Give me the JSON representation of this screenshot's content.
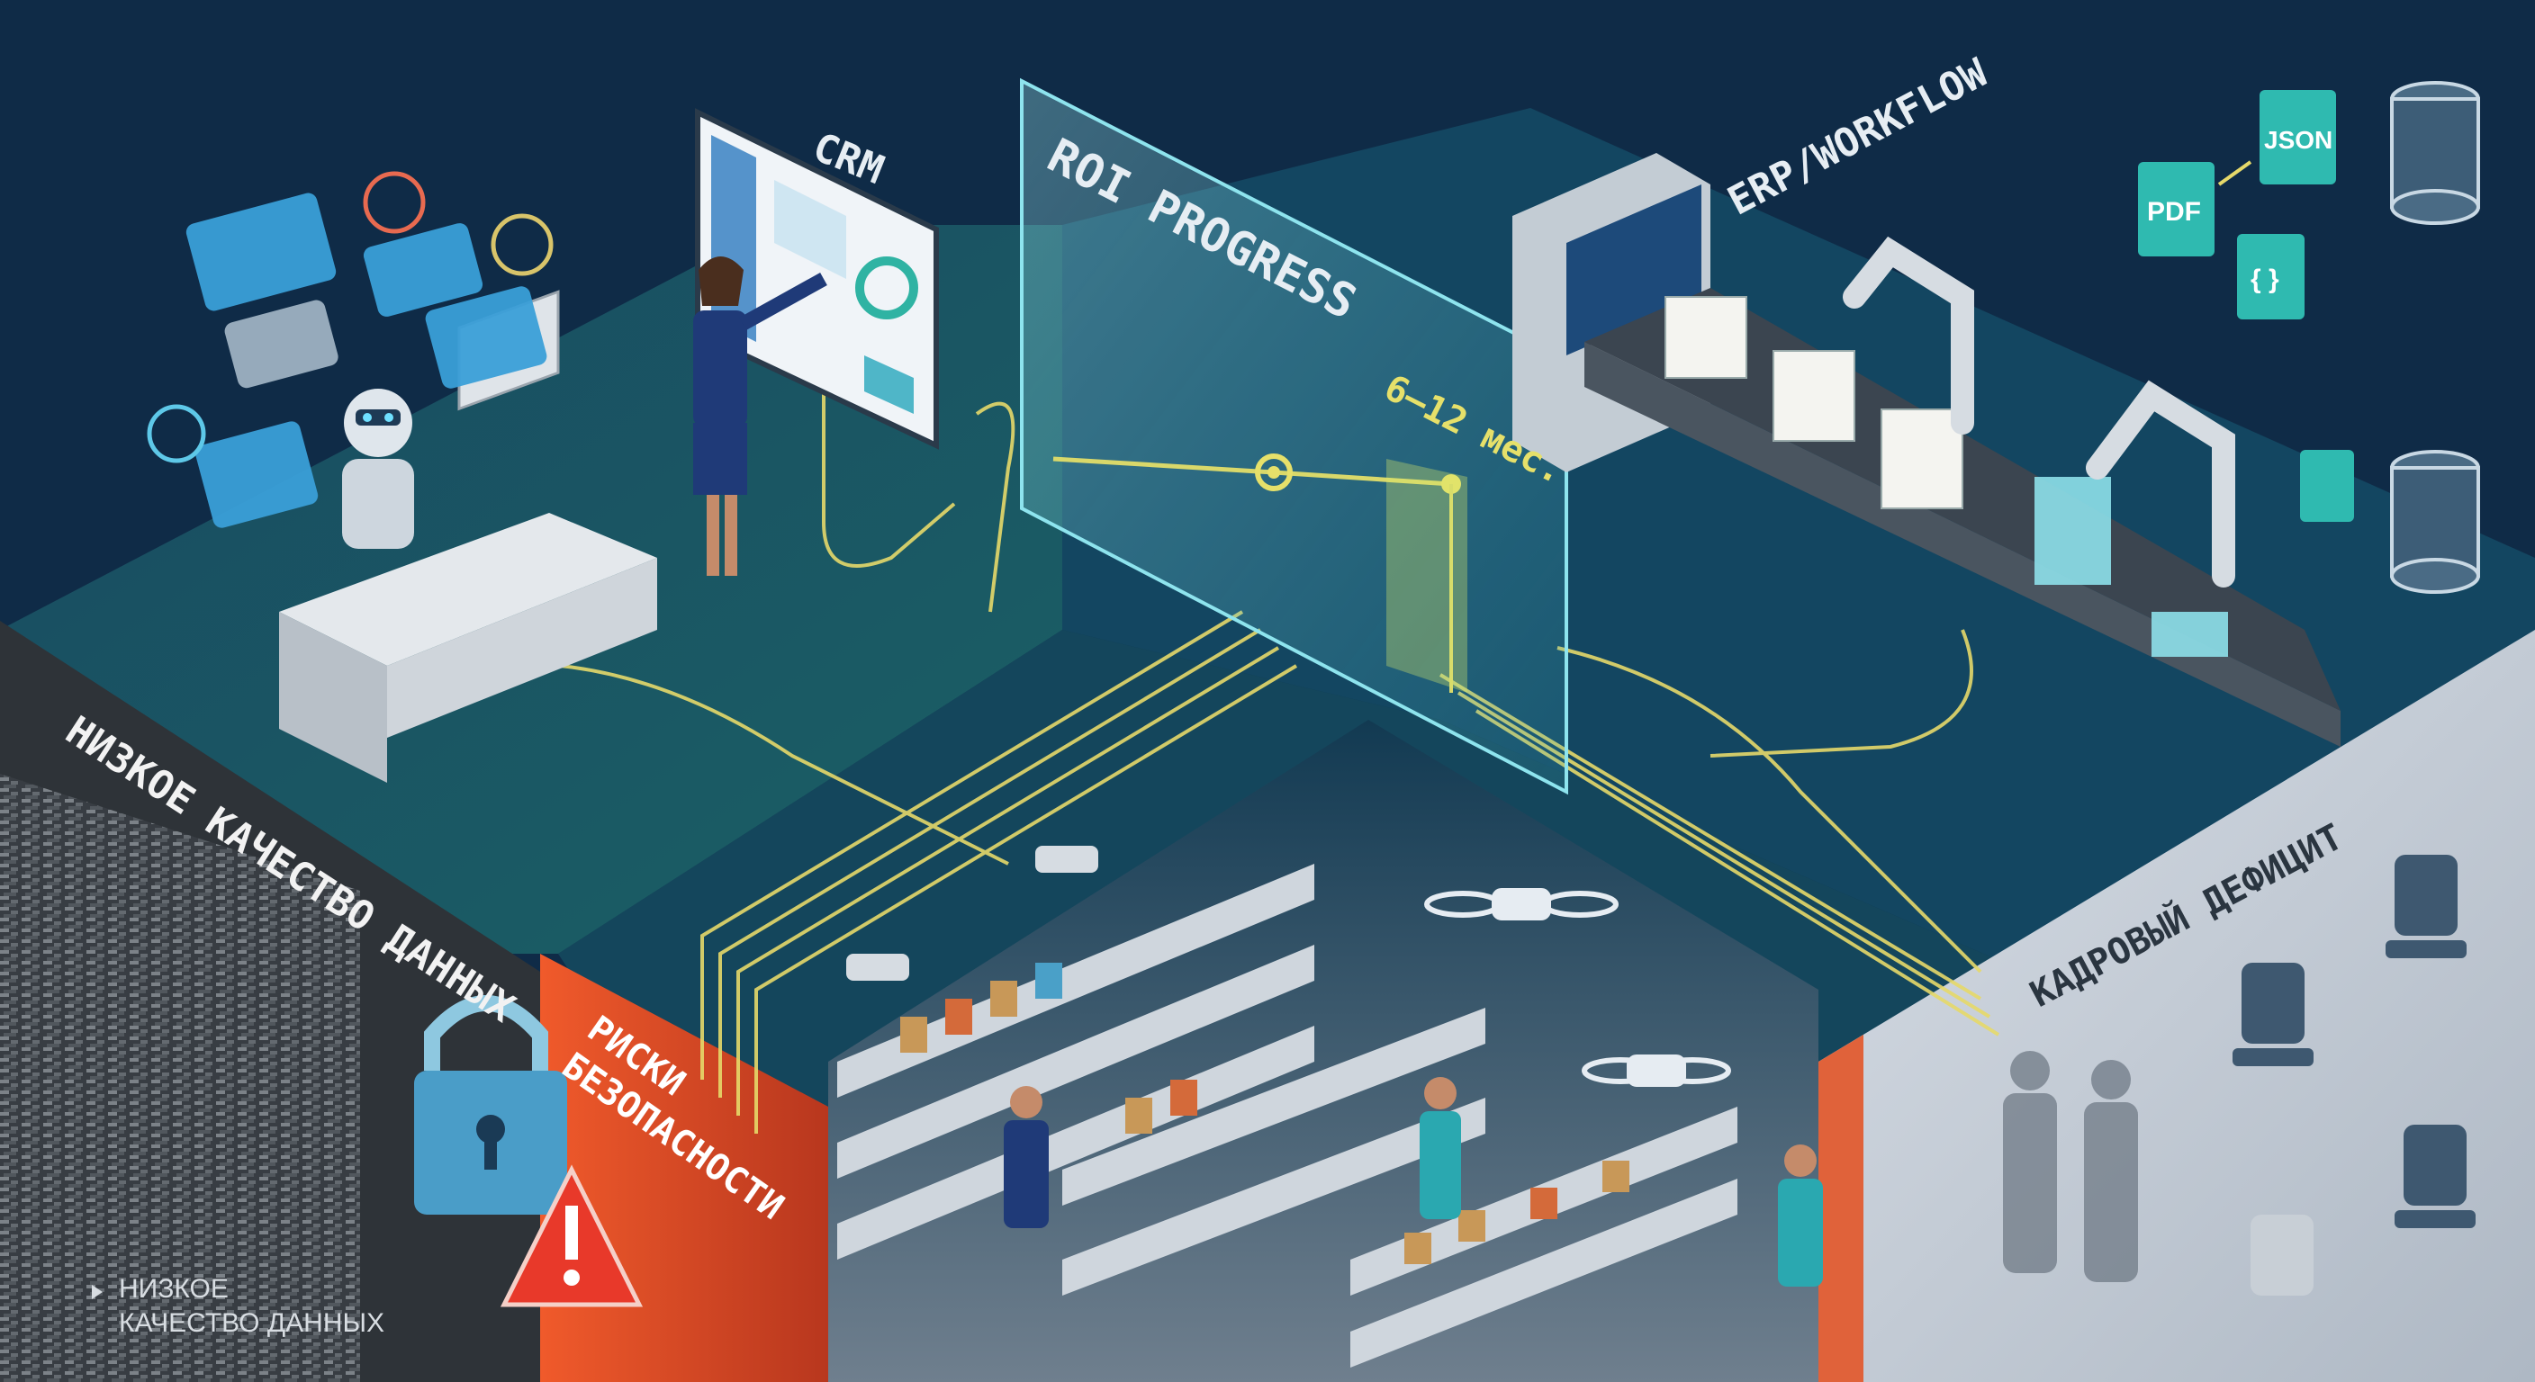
{
  "labels": {
    "crm": "CRM",
    "roi": "ROI PROGRESS",
    "roi_period": "6–12 мес.",
    "erp": "ERP/WORKFLOW",
    "data_quality": "НИЗКОЕ КАЧЕСТВО ДАННЫХ",
    "security_risk_line1": "РИСКИ",
    "security_risk_line2": "БЕЗОПАСНОСТИ",
    "staff_shortage": "КАДРОВЫЙ ДЕФИЦИТ",
    "caption_line1": "НИЗКОЕ",
    "caption_line2": "КАЧЕСТВО ДАННЫХ",
    "doc_pdf": "PDF",
    "doc_json": "JSON",
    "doc_code": "{ }"
  },
  "colors": {
    "background": "#0d2a44",
    "floor_teal": "#1d5f6a",
    "data_line": "#e6d96a",
    "warning_wall": "#e8572d",
    "staff_wall": "#c9d0d8",
    "chat_bubble": "#3aa0d8",
    "roi_panel": "#7fd3dc"
  },
  "icons": [
    "chat-bubble-icon",
    "user-avatar-icon",
    "lock-icon",
    "warning-icon",
    "database-icon",
    "camera-icon",
    "drone-icon",
    "office-chair-icon",
    "document-icon"
  ]
}
